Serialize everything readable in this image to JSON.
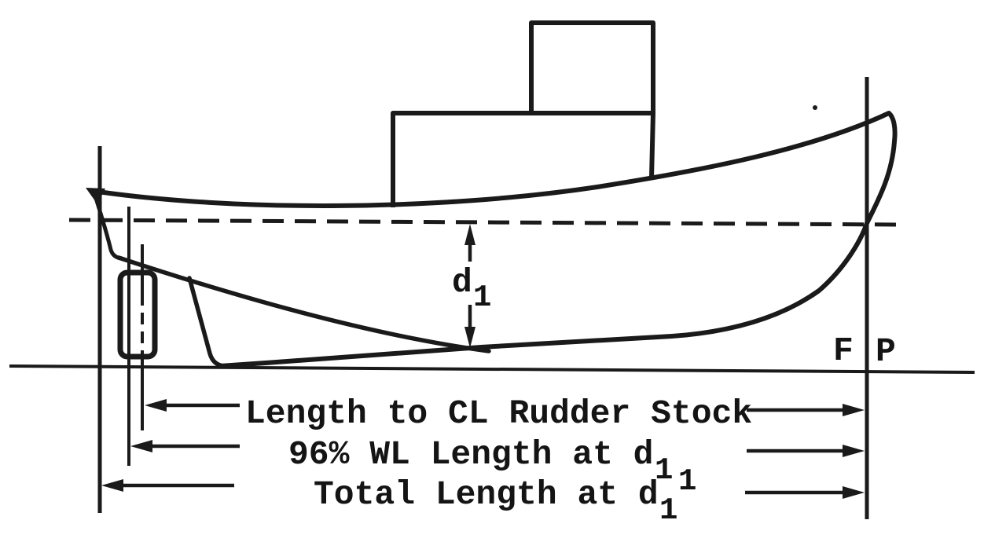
{
  "figure": {
    "background_color": "#ffffff",
    "ink_color": "#1a1a1a",
    "draft_label": {
      "base": "d",
      "subscript": "1"
    },
    "perpendicular_labels": {
      "forward": "F",
      "after": "P"
    },
    "dimension_rows": [
      {
        "label": "Length to CL Rudder Stock"
      },
      {
        "label": "96% WL Length at d",
        "subscript": "1"
      },
      {
        "label": "Total Length at d",
        "subscript": "1",
        "footnote_superscript": "1"
      }
    ]
  }
}
